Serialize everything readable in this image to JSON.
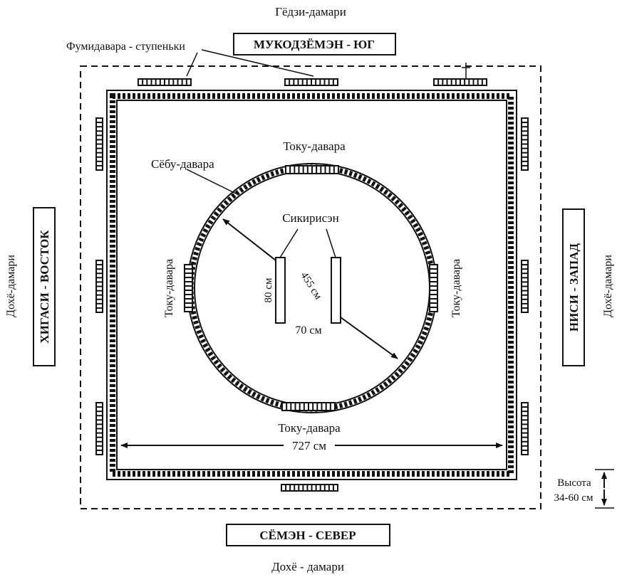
{
  "labels": {
    "top_damari": "Гёдзи-дамари",
    "fumidavara": "Фумидавара - ступеньки",
    "south": "МУКОДЗЁМЭН - ЮГ",
    "north": "СЁМЭН - СЕВЕР",
    "east": "ХИГАСИ - ВОСТОК",
    "west": "НИСИ - ЗАПАД",
    "dohe_left": "Дохё-дамари",
    "dohe_right": "Дохё-дамари",
    "dohe_bottom": "Дохё - дамари",
    "toku_top": "Току-давара",
    "toku_bottom": "Току-давара",
    "toku_left": "Току-давара",
    "toku_right": "Току-давара",
    "sebu": "Сёбу-давара",
    "sikirisen": "Сикирисэн",
    "dim_80": "80 см",
    "dim_455": "455 см",
    "dim_70": "70 см",
    "dim_727": "727 см",
    "height_label": "Высота",
    "height_value": "34-60 см"
  },
  "colors": {
    "ink": "#111111",
    "paper": "#ffffff"
  }
}
